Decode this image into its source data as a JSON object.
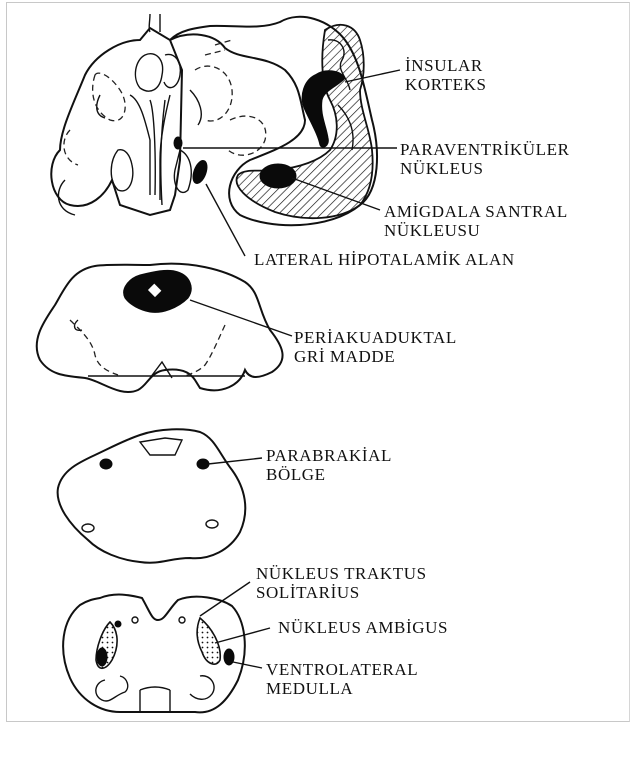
{
  "labels": {
    "insular_korteks": [
      "İNSULAR",
      "KORTEKS"
    ],
    "paraventrikuler": [
      "PARAVENTRİKÜLER",
      "NÜKLEUS"
    ],
    "amigdala": [
      "AMİGDALA SANTRAL",
      "NÜKLEUSU"
    ],
    "lateral_hipotalamik": "LATERAL HİPOTALAMİK ALAN",
    "periakuaduktal": [
      "PERİAKUADUKTAL",
      "GRİ MADDE"
    ],
    "parabrakial": [
      "PARABRAKİAL",
      "BÖLGE"
    ],
    "traktus_solitarius": [
      "NÜKLEUS TRAKTUS",
      "SOLİTARİUS"
    ],
    "ambigus": "NÜKLEUS AMBİGUS",
    "ventrolateral": [
      "VENTROLATERAL",
      "MEDULLA"
    ]
  }
}
